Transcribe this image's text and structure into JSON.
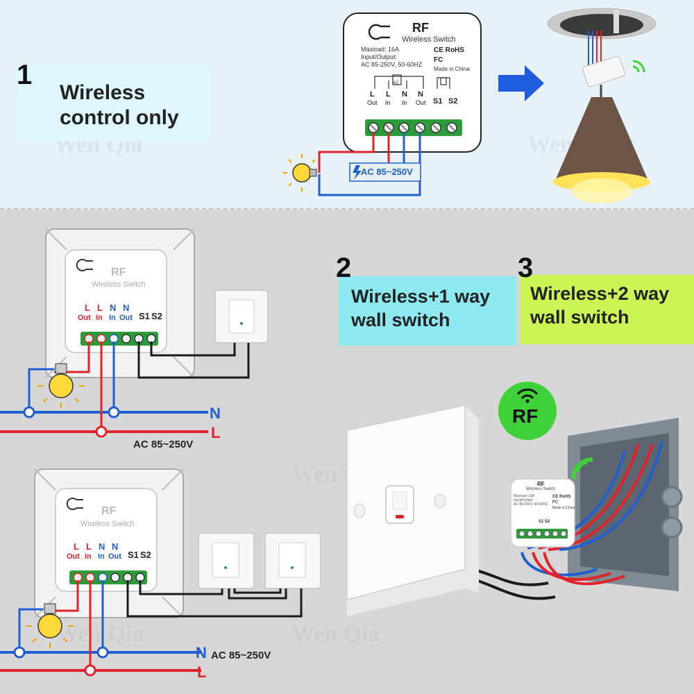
{
  "sections": {
    "one": {
      "number": "1",
      "title_line1": "Wireless",
      "title_line2": "control only"
    },
    "two": {
      "number": "2",
      "title_line1": "Wireless+1 way",
      "title_line2": "wall switch"
    },
    "three": {
      "number": "3",
      "title_line1": "Wireless+2 way",
      "title_line2": "wall switch"
    }
  },
  "module": {
    "rf": "RF",
    "subtitle": "Wireless Switch",
    "maxload": "Maxload: 16A",
    "io_label": "Input/Output:",
    "io_value": "AC 85-250V, 50-60HZ",
    "certs": "CE RoHS",
    "fcc": "FC",
    "made_in": "Made in China",
    "terminal_top": [
      "L",
      "L",
      "N",
      "N",
      "S1",
      "S2"
    ],
    "terminal_bottom": [
      "Out",
      "In",
      "In",
      "Out",
      "",
      ""
    ],
    "ac_badge_small": "AC"
  },
  "supply": {
    "ac_label": "AC 85~250V",
    "ac_label_badge": "AC 85~250V",
    "neutral": "N",
    "live": "L"
  },
  "rf_badge": {
    "label": "RF"
  },
  "watermark": {
    "text": "Wen Qia"
  },
  "colors": {
    "live_wire": "#e0222b",
    "neutral_wire": "#1f5fd0",
    "switch_wire": "#1a1a1a",
    "terminal_green": "#2a9d3a",
    "section2_bg": "#8ee8ef",
    "section3_bg": "#ccf455",
    "rf_badge_green": "#3fd13a",
    "arrow_blue": "#1f5ce0"
  },
  "icons": [
    "lightbulb-icon",
    "rf-signal-icon",
    "arrow-right-icon",
    "ceiling-lamp-icon",
    "wall-switch-icon",
    "junction-box-icon",
    "lightning-icon"
  ]
}
